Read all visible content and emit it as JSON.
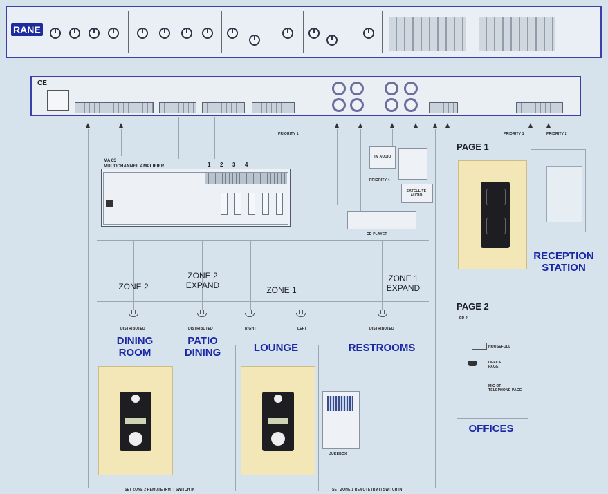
{
  "brand": "RANE",
  "ce_mark": "CE",
  "ports": {
    "priority_1": "PRIORITY 1",
    "priority_1b": "PRIORITY 1",
    "priority_2": "PRIORITY 2",
    "priority_4": "PRIORITY 4"
  },
  "amplifier": {
    "model": "MA 6S",
    "title": "MULTICHANNEL AMPLIFIER",
    "channel_numbers": [
      "1",
      "2",
      "3",
      "4"
    ]
  },
  "sources": {
    "tv_audio": "TV AUDIO",
    "satellite_audio": "SATELLITE AUDIO",
    "cd_player": "CD PLAYER",
    "jukebox": "JUKEBOX"
  },
  "zones": {
    "zone2": "ZONE 2",
    "zone2_expand": "ZONE 2 EXPAND",
    "zone1": "ZONE 1",
    "zone1_expand": "ZONE 1 EXPAND"
  },
  "speakers": {
    "distributed": "DISTRIBUTED",
    "right": "RIGHT",
    "left": "LEFT"
  },
  "rooms": {
    "dining_room": "DINING ROOM",
    "patio_dining": "PATIO DINING",
    "lounge": "LOUNGE",
    "restrooms": "RESTROOMS",
    "reception_station": "RECEPTION STATION",
    "offices": "OFFICES"
  },
  "pages": {
    "page1": "PAGE 1",
    "page2": "PAGE 2",
    "pr2": "PR 2"
  },
  "office_items": {
    "mic": "MIC OR TELEPHONE PAGE",
    "office_page": "OFFICE PAGE",
    "houseful": "HOUSEFULL"
  },
  "footer": {
    "left_note": "SET ZONE 2 REMOTE (RMT) SWITCH IN",
    "right_note": "SET ZONE 1 REMOTE (RMT) SWITCH IN"
  }
}
